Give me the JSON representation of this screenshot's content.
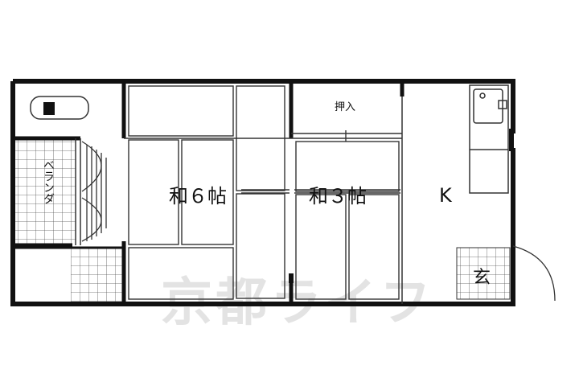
{
  "rooms": {
    "washitsu_6": "和６帖",
    "washitsu_3": "和３帖",
    "kitchen": "K",
    "oshiire": "押入",
    "veranda": "ベランダ",
    "genkan": "玄"
  },
  "watermark": "京都ライフ",
  "colors": {
    "wall": "#111111",
    "line": "#333333",
    "watermark": "#e3e3e3"
  }
}
